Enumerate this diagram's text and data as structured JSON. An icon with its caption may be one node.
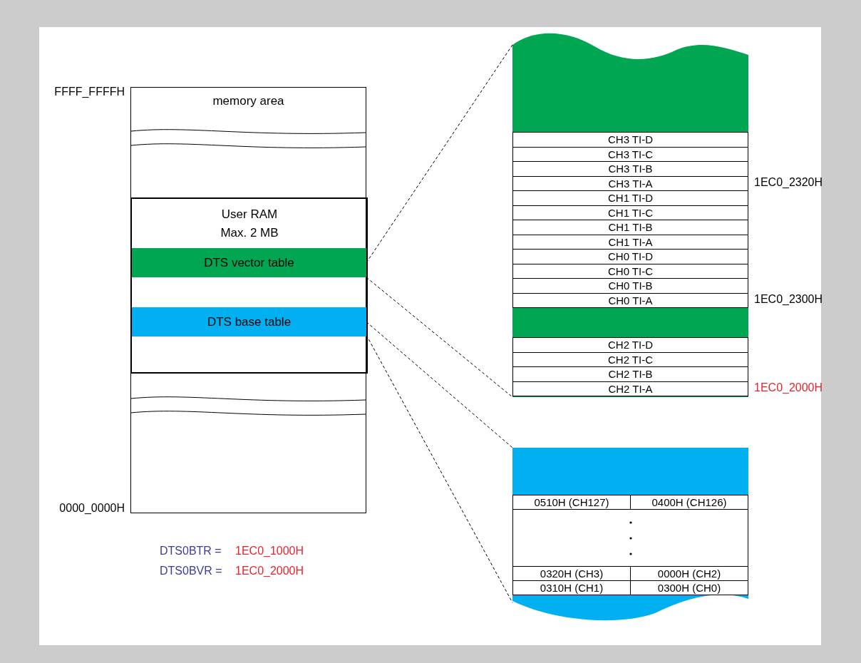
{
  "diagram": {
    "nodes": [
      {
        "text": [
          "memory area"
        ],
        "beside": [
          "FFFF_FFFFH",
          "0000_0000H"
        ]
      },
      {
        "text": [
          "User RAM Max. 2 MB"
        ],
        "in": 0
      },
      {
        "text": [
          "DTS vector table"
        ],
        "in": 1
      },
      {
        "text": [
          "DTS base table"
        ],
        "in": 1
      },
      {
        "text": [],
        "shape": "box"
      },
      {
        "text": [
          "CH3 TI-D"
        ],
        "in": 4
      },
      {
        "text": [
          "CH3 TI-C"
        ],
        "in": 4
      },
      {
        "text": [
          "CH3 TI-B"
        ],
        "in": 4
      },
      {
        "text": [
          "CH3 TI-A"
        ],
        "in": 4,
        "beside": [
          "1EC0_2320H"
        ]
      },
      {
        "text": [
          "CH1 TI-D"
        ],
        "in": 4
      },
      {
        "text": [
          "CH1 TI-C"
        ],
        "in": 4
      },
      {
        "text": [
          "CH1 TI-B"
        ],
        "in": 4
      },
      {
        "text": [
          "CH1 TI-A"
        ],
        "in": 4
      },
      {
        "text": [
          "CH0 TI-D"
        ],
        "in": 4
      },
      {
        "text": [
          "CH0 TI-C"
        ],
        "in": 4
      },
      {
        "text": [
          "CH0 TI-B"
        ],
        "in": 4
      },
      {
        "text": [
          "CH0 TI-A"
        ],
        "in": 4,
        "beside": [
          "1EC0_2300H"
        ]
      },
      {
        "text": [
          "CH2 TI-D"
        ],
        "in": 4
      },
      {
        "text": [
          "CH2 TI-C"
        ],
        "in": 4
      },
      {
        "text": [
          "CH2 TI-B"
        ],
        "in": 4
      },
      {
        "text": [
          "CH2 TI-A"
        ],
        "in": 4,
        "beside": [
          "1EC0_2000H"
        ]
      },
      {
        "text": [],
        "shape": "box"
      },
      {
        "text": [
          "0510H (CH127)"
        ],
        "in": 21
      },
      {
        "text": [
          "0400H (CH126)"
        ],
        "in": 21
      },
      {
        "text": [
          "0320H (CH3)"
        ],
        "in": 21
      },
      {
        "text": [
          "0000H (CH2)"
        ],
        "in": 21
      },
      {
        "text": [
          "0310H (CH1)"
        ],
        "in": 21
      },
      {
        "text": [
          "0300H (CH0)"
        ],
        "in": 21
      }
    ],
    "edges": [
      {
        "from": 2,
        "to": 4,
        "arrow": "none",
        "style": "dashed"
      },
      {
        "from": 2,
        "to": 4,
        "arrow": "none",
        "style": "dashed"
      },
      {
        "from": 3,
        "to": 21,
        "arrow": "none",
        "style": "dashed"
      },
      {
        "from": 3,
        "to": 21,
        "arrow": "none",
        "style": "dashed"
      }
    ],
    "labels": [
      "DTS0BTR =",
      "1EC0_1000H",
      "DTS0BVR =",
      "1EC0_2000H"
    ]
  }
}
